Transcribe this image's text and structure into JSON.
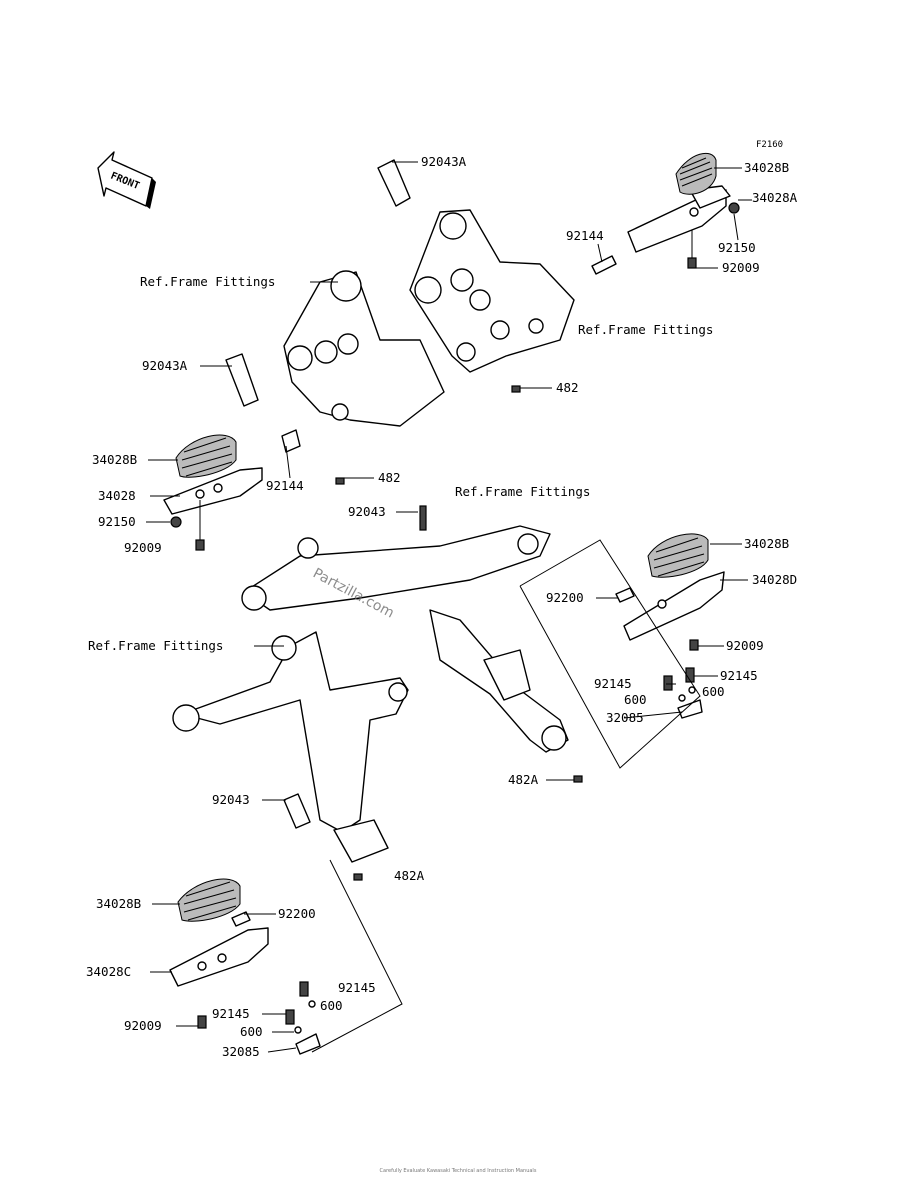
{
  "diagram": {
    "code": "F2160",
    "front_label": "FRONT",
    "watermark": "Partzilla.com",
    "copyright": "Carefully Evaluate Kawasaki Technical and Instruction Manuals",
    "labels": [
      {
        "id": "lbl-92043a-top",
        "text": "92043A"
      },
      {
        "id": "lbl-34028b-tr",
        "text": "34028B"
      },
      {
        "id": "lbl-34028a-tr",
        "text": "34028A"
      },
      {
        "id": "lbl-92144-tr",
        "text": "92144"
      },
      {
        "id": "lbl-92150-tr",
        "text": "92150"
      },
      {
        "id": "lbl-92009-tr",
        "text": "92009"
      },
      {
        "id": "lbl-ref-tl",
        "text": "Ref.Frame Fittings"
      },
      {
        "id": "lbl-ref-tr",
        "text": "Ref.Frame Fittings"
      },
      {
        "id": "lbl-92043a-left",
        "text": "92043A"
      },
      {
        "id": "lbl-482-top",
        "text": "482"
      },
      {
        "id": "lbl-34028b-left",
        "text": "34028B"
      },
      {
        "id": "lbl-34028-left",
        "text": "34028"
      },
      {
        "id": "lbl-92144-left",
        "text": "92144"
      },
      {
        "id": "lbl-482-mid",
        "text": "482"
      },
      {
        "id": "lbl-92150-left",
        "text": "92150"
      },
      {
        "id": "lbl-92009-left",
        "text": "92009"
      },
      {
        "id": "lbl-92043-mid",
        "text": "92043"
      },
      {
        "id": "lbl-ref-mid",
        "text": "Ref.Frame Fittings"
      },
      {
        "id": "lbl-34028b-right",
        "text": "34028B"
      },
      {
        "id": "lbl-34028d-right",
        "text": "34028D"
      },
      {
        "id": "lbl-92200-right",
        "text": "92200"
      },
      {
        "id": "lbl-92009-right",
        "text": "92009"
      },
      {
        "id": "lbl-ref-left",
        "text": "Ref.Frame Fittings"
      },
      {
        "id": "lbl-92145-right-a",
        "text": "92145"
      },
      {
        "id": "lbl-92145-right-b",
        "text": "92145"
      },
      {
        "id": "lbl-600-right-a",
        "text": "600"
      },
      {
        "id": "lbl-600-right-b",
        "text": "600"
      },
      {
        "id": "lbl-32085-right",
        "text": "32085"
      },
      {
        "id": "lbl-482a-right",
        "text": "482A"
      },
      {
        "id": "lbl-92043-bottom",
        "text": "92043"
      },
      {
        "id": "lbl-482a-bottom",
        "text": "482A"
      },
      {
        "id": "lbl-34028b-bottom",
        "text": "34028B"
      },
      {
        "id": "lbl-92200-bottom",
        "text": "92200"
      },
      {
        "id": "lbl-34028c-bottom",
        "text": "34028C"
      },
      {
        "id": "lbl-92145-bottom-a",
        "text": "92145"
      },
      {
        "id": "lbl-600-bottom-a",
        "text": "600"
      },
      {
        "id": "lbl-92145-bottom-b",
        "text": "92145"
      },
      {
        "id": "lbl-92009-bottom",
        "text": "92009"
      },
      {
        "id": "lbl-600-bottom-b",
        "text": "600"
      },
      {
        "id": "lbl-32085-bottom",
        "text": "32085"
      }
    ]
  }
}
